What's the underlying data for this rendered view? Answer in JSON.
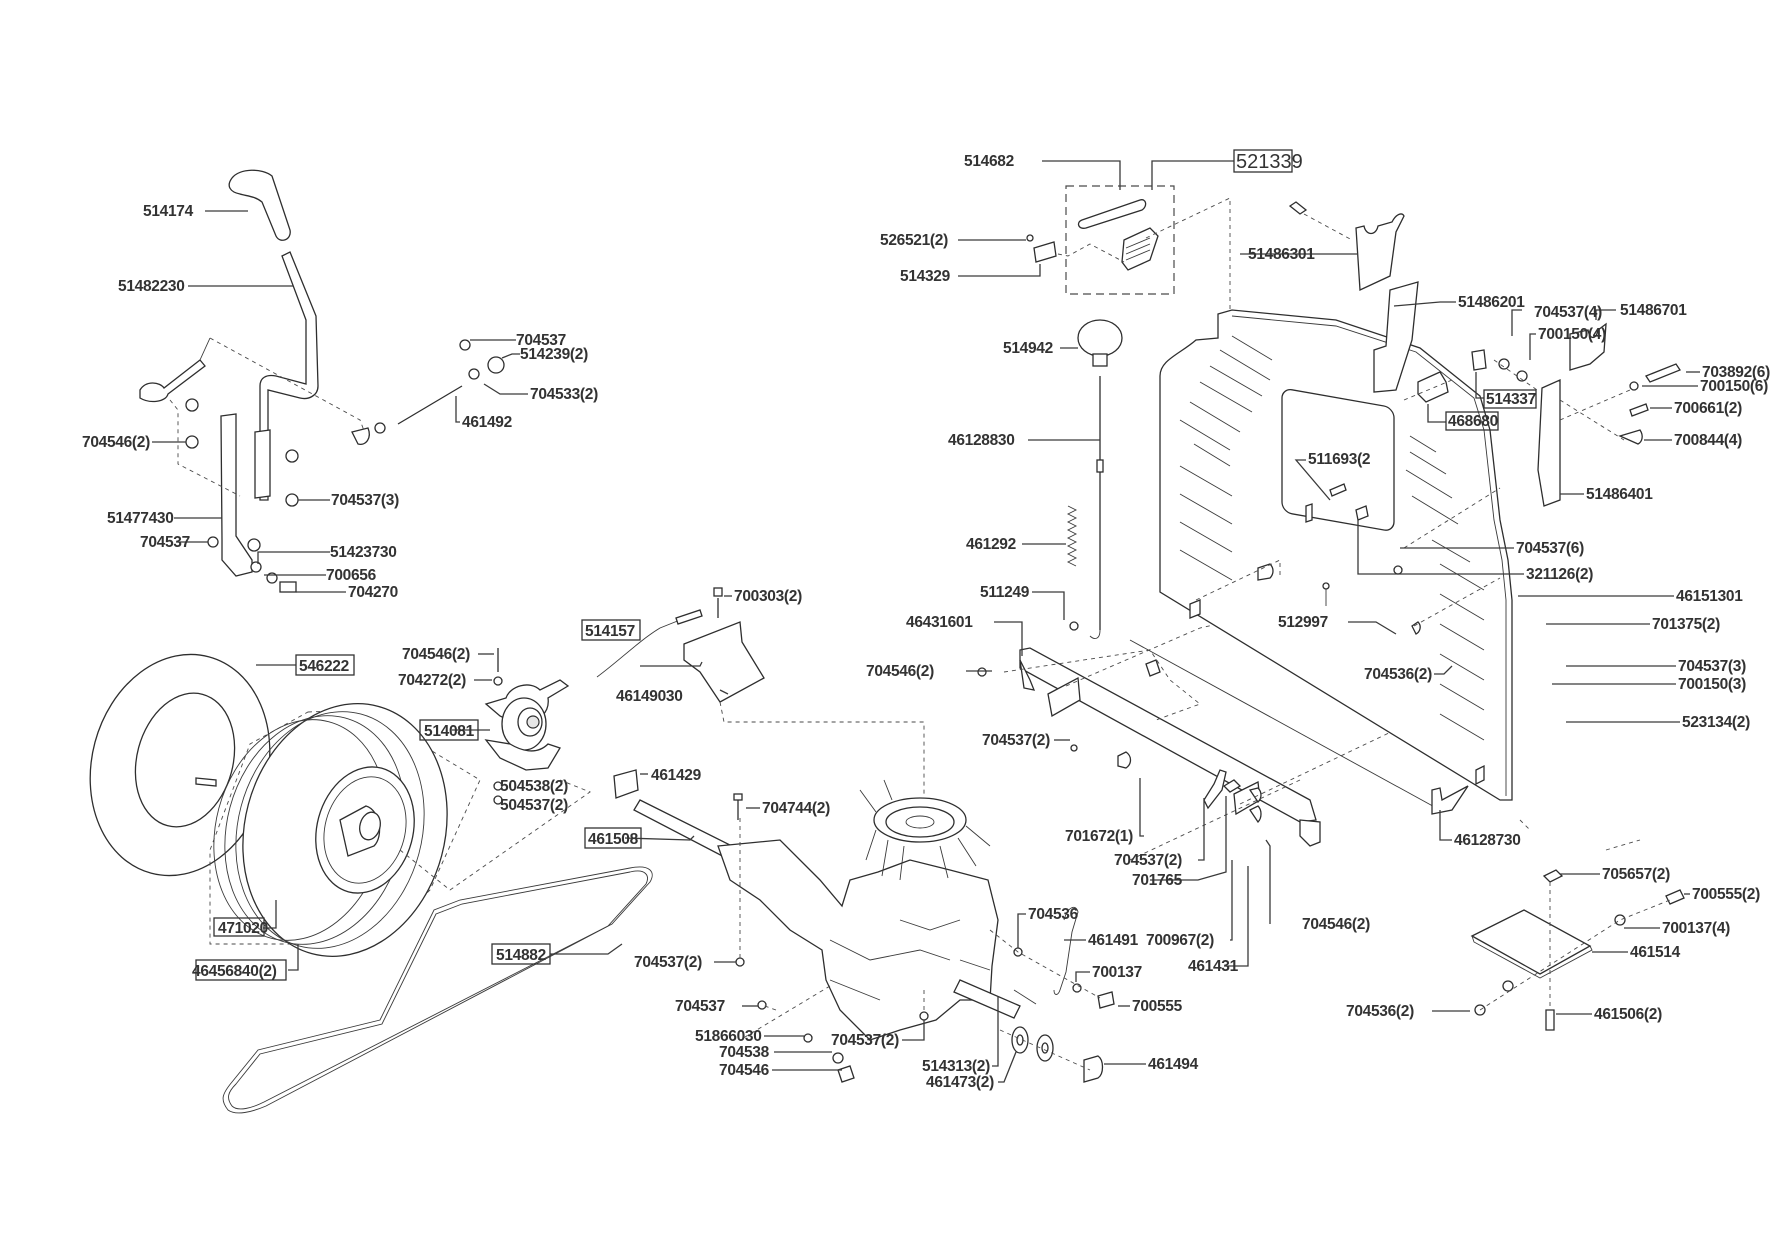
{
  "diagram": {
    "type": "exploded-parts-diagram",
    "subject": "tractor rear transmission, shift lever, wheels and rear panel assembly",
    "callouts": {
      "c514174": "514174",
      "c51482230": "51482230",
      "c704546_2_a": "704546(2)",
      "c51477430": "51477430",
      "c704537_a": "704537",
      "c704537_3_a": "704537(3)",
      "c51423730": "51423730",
      "c700656": "700656",
      "c704270": "704270",
      "c704537_b": "704537",
      "c514239_2": "514239(2)",
      "c704533_2": "704533(2)",
      "c461492": "461492",
      "c514157": "514157",
      "c700303_2": "700303(2)",
      "c46149030": "46149030",
      "c704546_2_b": "704546(2)",
      "c704272_2": "704272(2)",
      "c514081": "514081",
      "c504538_2": "504538(2)",
      "c504537_2": "504537(2)",
      "c546222": "546222",
      "c471020": "471020",
      "c46456840_2": "46456840(2)",
      "c514882": "514882",
      "c461429": "461429",
      "c461508": "461508",
      "c704744_2": "704744(2)",
      "c704537_2_a": "704537(2)",
      "c704537_c": "704537",
      "c51866030": "51866030",
      "c704538": "704538",
      "c704546": "704546",
      "c704537_2_b": "704537(2)",
      "c514313_2": "514313(2)",
      "c461473_2": "461473(2)",
      "c461494": "461494",
      "c704536_a": "704536",
      "c461491": "461491",
      "c700137": "700137",
      "c700555": "700555",
      "c700967_2": "700967(2)",
      "c461431": "461431",
      "c704546_2_c": "704546(2)",
      "c701672_1": "701672(1)",
      "c704537_2_c": "704537(2)",
      "c701765": "701765",
      "c514682": "514682",
      "c521339": "521339",
      "c526521_2": "526521(2)",
      "c514329": "514329",
      "c514942": "514942",
      "c46128830": "46128830",
      "c461292": "461292",
      "c511249": "511249",
      "c46431601": "46431601",
      "c704546_2_d": "704546(2)",
      "c704537_2_d": "704537(2)",
      "c51486301": "51486301",
      "c51486201": "51486201",
      "c704537_4": "704537(4)",
      "c51486701": "51486701",
      "c700150_4": "700150(4)",
      "c514337": "514337",
      "c468680": "468680",
      "c703892_6": "703892(6)",
      "c700150_6": "700150(6)",
      "c700661_2": "700661(2)",
      "c700844_4": "700844(4)",
      "c511693_2": "511693(2",
      "c51486401": "51486401",
      "c704537_6": "704537(6)",
      "c321126_2": "321126(2)",
      "c46151301": "46151301",
      "c512997": "512997",
      "c701375_2": "701375(2)",
      "c704536_2_a": "704536(2)",
      "c704537_3_b": "704537(3)",
      "c700150_3": "700150(3)",
      "c523134_2": "523134(2)",
      "c46128730": "46128730",
      "c705657_2": "705657(2)",
      "c700555_2": "700555(2)",
      "c700137_4": "700137(4)",
      "c461514": "461514",
      "c704536_2_b": "704536(2)",
      "c461506_2": "461506(2)"
    },
    "colors": {
      "line": "#2e2e2e",
      "text": "#333333",
      "background": "#ffffff"
    }
  }
}
